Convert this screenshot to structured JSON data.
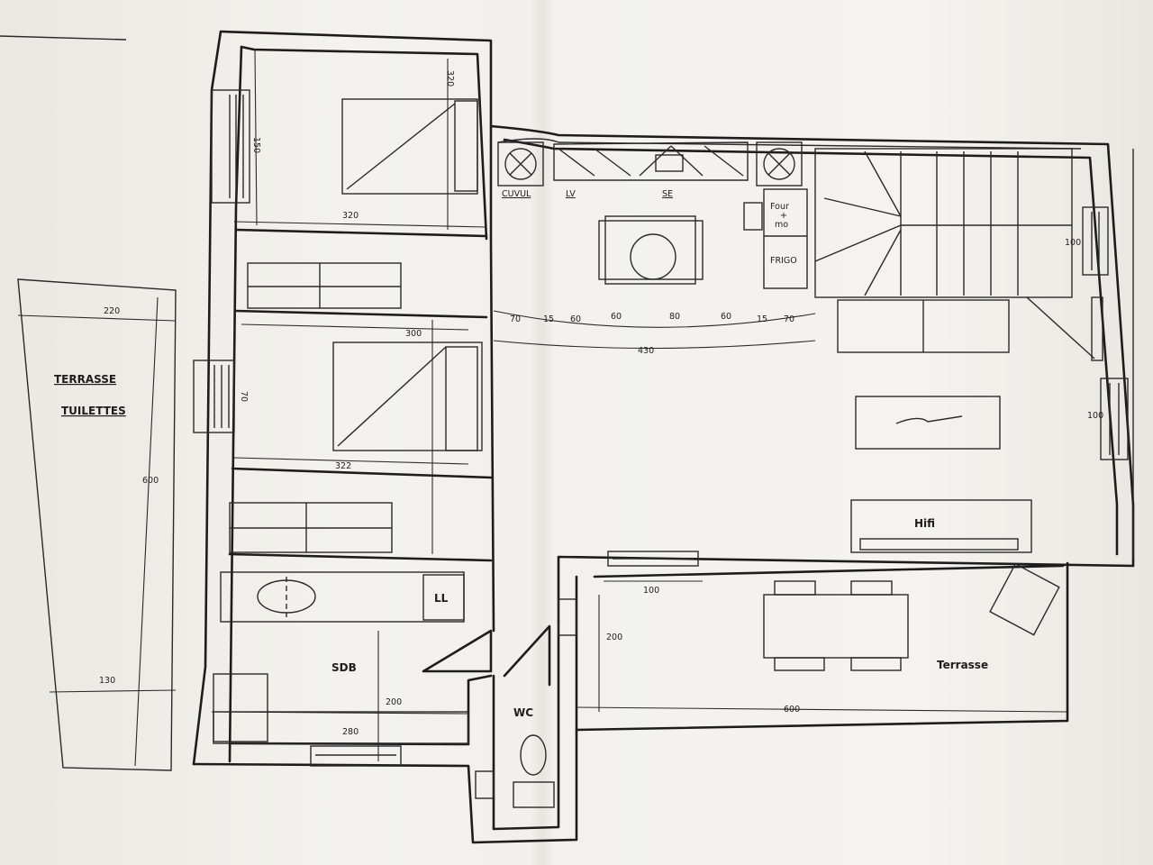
{
  "rooms": {
    "terrasse_left_line1": "TERRASSE",
    "terrasse_left_line2": "TUILETTES",
    "sdb": "SDB",
    "wc": "WC",
    "terrasse_right": "Terrasse",
    "hifi": "Hifi",
    "ll": "LL"
  },
  "kitchen": {
    "cuvul": "CUVUL",
    "lv": "LV",
    "se": "SE",
    "four": "Four",
    "plus": "+",
    "mo": "mo",
    "frigo": "FRIGO"
  },
  "dimensions": {
    "bed1_height": "320",
    "bed1_window": "150",
    "bed1_width": "320",
    "bed2_width_top": "300",
    "bed2_window": "70",
    "bed2_width": "322",
    "terrace_left_top": "220",
    "terrace_left_height": "600",
    "terrace_left_bottom": "130",
    "sdb_height": "200",
    "sdb_width": "280",
    "kitchen_segments": [
      "70",
      "15",
      "60",
      "60",
      "80",
      "60",
      "15",
      "70"
    ],
    "kitchen_total": "430",
    "window_right_1": "100",
    "window_right_2": "100",
    "terrace_window": "100",
    "terrace_height": "200",
    "terrace_width": "600"
  }
}
